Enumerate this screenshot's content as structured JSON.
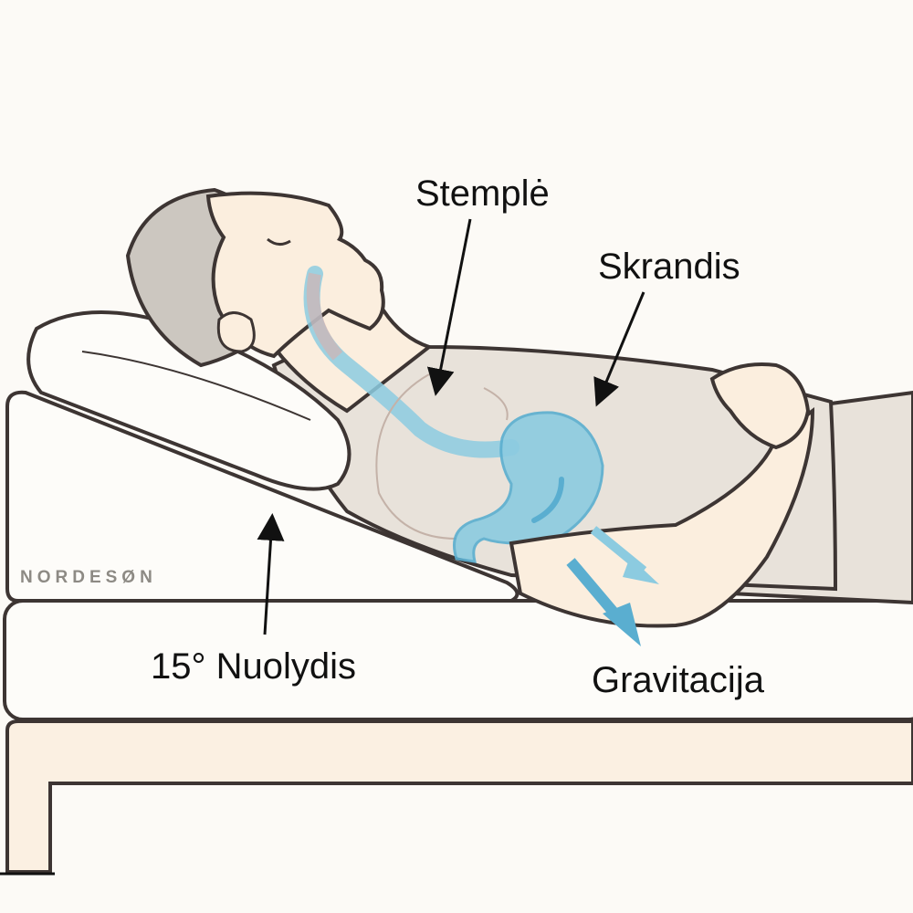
{
  "labels": {
    "esophagus": "Stemplė",
    "stomach": "Skrandis",
    "incline": "15° Nuolydis",
    "gravity": "Gravitacija"
  },
  "brand": {
    "logo_text": "NORDESØN"
  },
  "colors": {
    "background": "#fcfaf6",
    "outline": "#3d3533",
    "skin": "#fbeede",
    "shirt": "#e8e2da",
    "hair": "#ccc7c0",
    "organ_blue": "#8ccbe0",
    "arrow_blue": "#5aaed0",
    "bed_frame": "#fbf0e2"
  }
}
